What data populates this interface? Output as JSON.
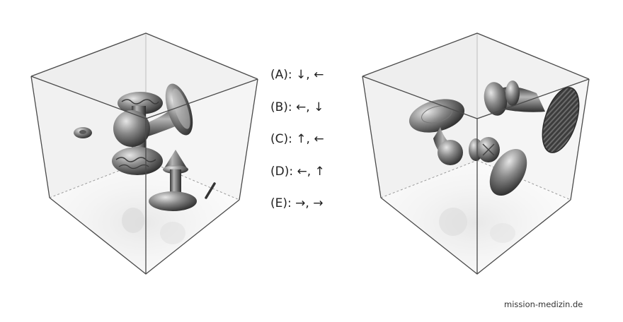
{
  "options": [
    "(A): ↓, ←",
    "(B): ←, ↓",
    "(C): ↑, ←",
    "(D): ←, ↑",
    "(E): →, →"
  ],
  "watermark": "mission-medizin.de",
  "colors": {
    "cube_edge": "#4a4a4a",
    "face_fill": "#ececec",
    "object_dark": "#2e2e2e",
    "object_light": "#d0d0d0"
  }
}
